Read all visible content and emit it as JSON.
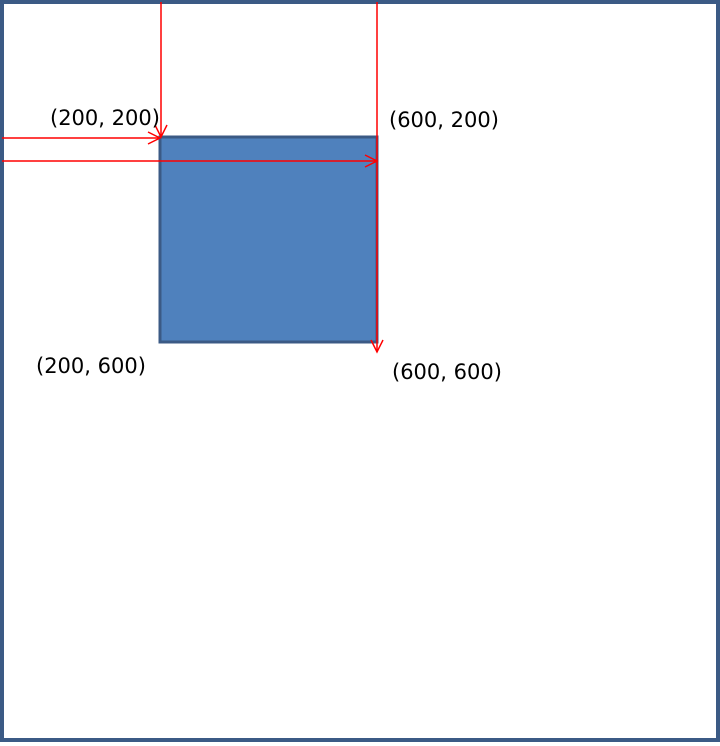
{
  "diagram": {
    "labels": {
      "top_left": "(200, 200)",
      "top_right": "(600, 200)",
      "bottom_left": "(200, 600)",
      "bottom_right": "(600, 600)"
    },
    "colors": {
      "frame_border": "#3b5a85",
      "rect_fill": "#4f81bd",
      "rect_border": "#3b5a85",
      "arrow": "#ff0000"
    }
  }
}
